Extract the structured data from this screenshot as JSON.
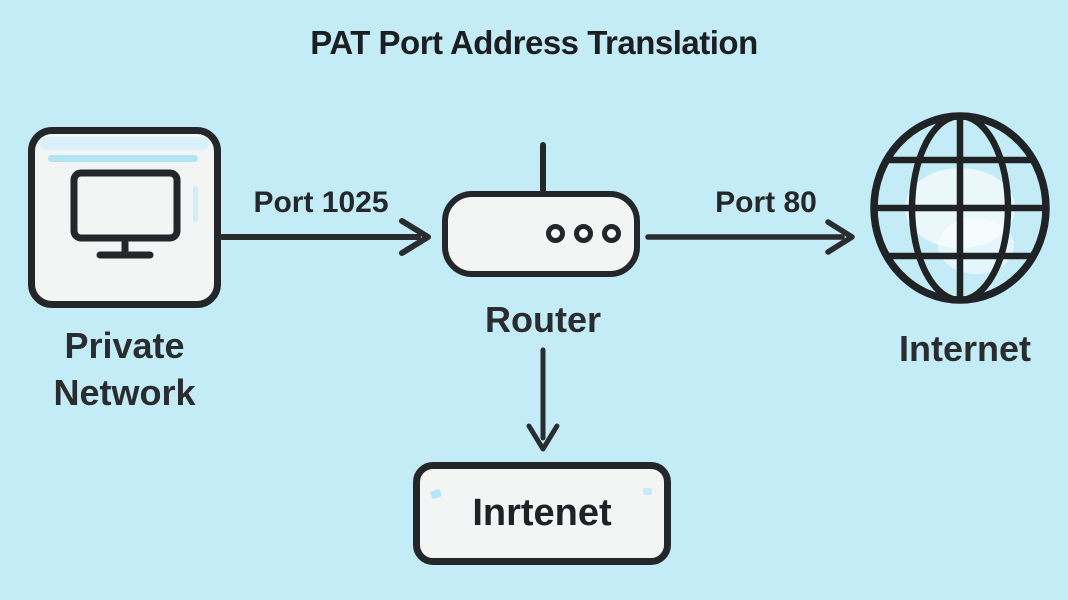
{
  "palette": {
    "background": "#c3ecf7",
    "node_fill": "#f3f5f5",
    "stroke": "#24272a",
    "text": "#26292c",
    "artifact_blue": "#a5e1f3"
  },
  "diagram": {
    "title": "PAT Port Address Translation",
    "nodes": {
      "private_network": {
        "label": "Private Network",
        "icon": "computer-monitor-icon"
      },
      "router": {
        "label": "Router",
        "icon": "wifi-router-icon"
      },
      "internet": {
        "label": "Internet",
        "icon": "globe-icon"
      },
      "nat_box": {
        "label": "Inrtenet"
      }
    },
    "edges": [
      {
        "from": "Private Network",
        "to": "Router",
        "label": "Port 1025",
        "direction": "right"
      },
      {
        "from": "Router",
        "to": "Internet",
        "label": "Port 80",
        "direction": "right"
      },
      {
        "from": "Router",
        "to": "Inrtenet",
        "label": "",
        "direction": "down"
      }
    ]
  }
}
